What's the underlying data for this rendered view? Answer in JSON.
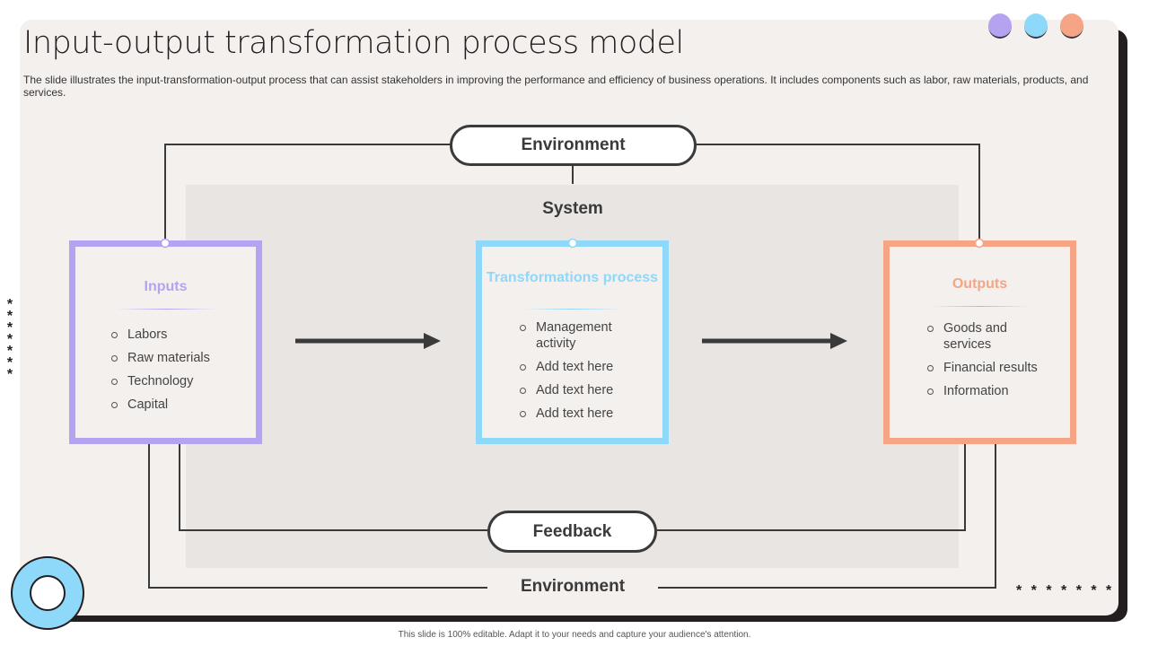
{
  "title": "Input-output transformation process model",
  "subtitle": "The slide illustrates the input-transformation-output process that can assist stakeholders in improving the performance and efficiency of business operations. It includes components such as labor, raw materials, products, and services.",
  "diagram": {
    "environment_top": "Environment",
    "system_label": "System",
    "feedback": "Feedback",
    "environment_bottom": "Environment",
    "inputs": {
      "title": "Inputs",
      "items": [
        "Labors",
        "Raw materials",
        "Technology",
        "Capital"
      ]
    },
    "transformation": {
      "title": "Transformations process",
      "items": [
        "Management activity",
        "Add text here",
        "Add text here",
        "Add text here"
      ]
    },
    "outputs": {
      "title": "Outputs",
      "items": [
        "Goods and services",
        "Financial results",
        "Information"
      ]
    }
  },
  "decoration": {
    "stars_left": "* * * * * * *",
    "stars_right": "* * * * * * *"
  },
  "footer": "This slide is 100% editable. Adapt it to your needs and capture your audience's attention.",
  "colors": {
    "inputs_accent": "#b5a3f1",
    "transformation_accent": "#8ed8fa",
    "outputs_accent": "#f5a585",
    "slide_background": "#f3f0ee",
    "system_background": "#e9e5e2",
    "line": "#3a3a3a"
  }
}
